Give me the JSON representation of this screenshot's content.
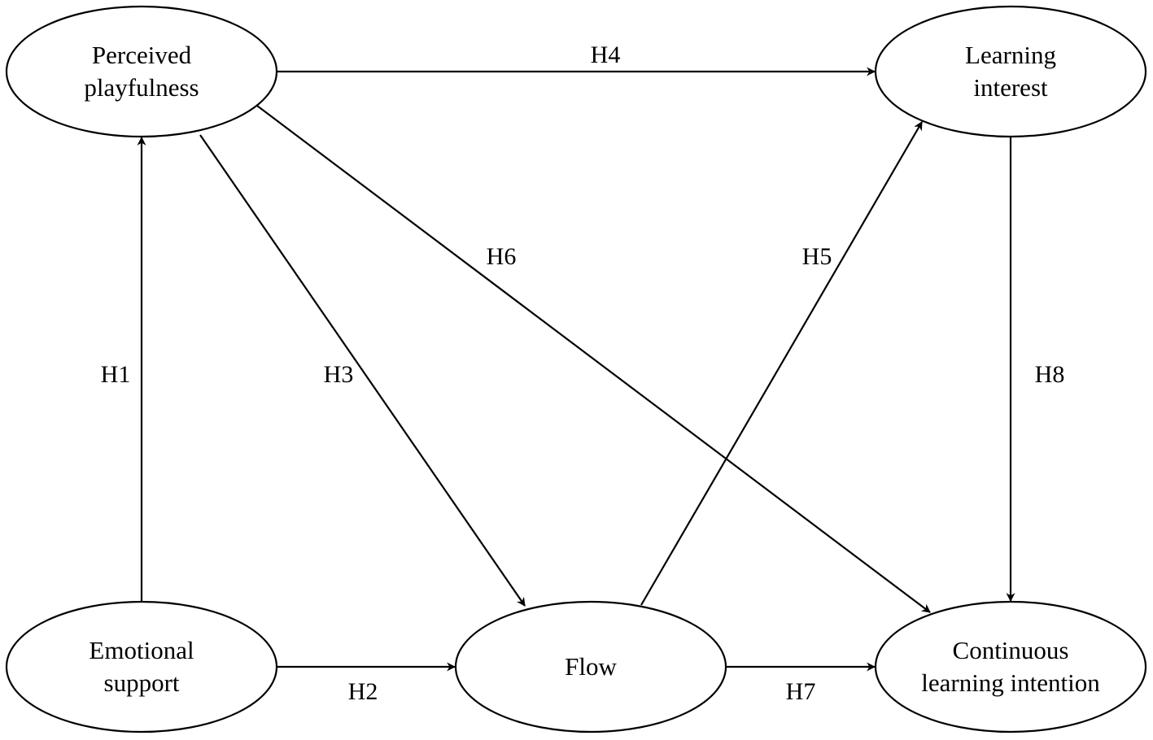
{
  "diagram": {
    "nodes": [
      {
        "id": "perceived-playfulness",
        "lines": [
          "Perceived",
          "playfulness"
        ]
      },
      {
        "id": "learning-interest",
        "lines": [
          "Learning",
          "interest"
        ]
      },
      {
        "id": "emotional-support",
        "lines": [
          "Emotional",
          "support"
        ]
      },
      {
        "id": "flow",
        "lines": [
          "Flow"
        ]
      },
      {
        "id": "continuous-learning-intention",
        "lines": [
          "Continuous",
          "learning intention"
        ]
      }
    ],
    "edges": [
      {
        "id": "h1",
        "label": "H1",
        "from": "emotional-support",
        "to": "perceived-playfulness"
      },
      {
        "id": "h2",
        "label": "H2",
        "from": "emotional-support",
        "to": "flow"
      },
      {
        "id": "h3",
        "label": "H3",
        "from": "perceived-playfulness",
        "to": "flow"
      },
      {
        "id": "h4",
        "label": "H4",
        "from": "perceived-playfulness",
        "to": "learning-interest"
      },
      {
        "id": "h5",
        "label": "H5",
        "from": "flow",
        "to": "learning-interest"
      },
      {
        "id": "h6",
        "label": "H6",
        "from": "perceived-playfulness",
        "to": "continuous-learning-intention"
      },
      {
        "id": "h7",
        "label": "H7",
        "from": "flow",
        "to": "continuous-learning-intention"
      },
      {
        "id": "h8",
        "label": "H8",
        "from": "learning-interest",
        "to": "continuous-learning-intention"
      }
    ],
    "stroke_color": "#000000",
    "fill_color": "#ffffff"
  }
}
